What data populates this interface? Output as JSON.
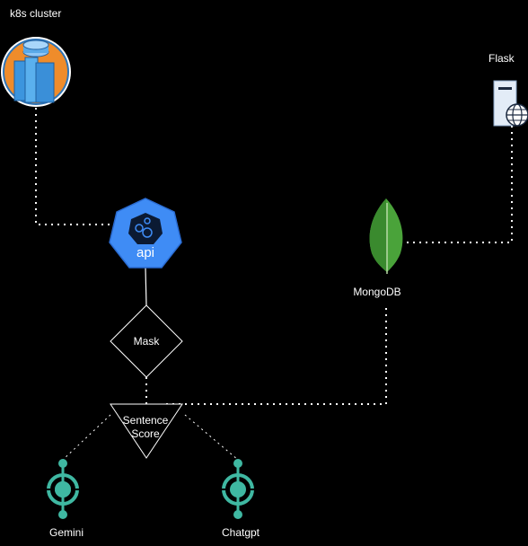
{
  "nodes": {
    "cluster": {
      "label": "k8s cluster",
      "icon": "k8s-cluster-icon"
    },
    "flask": {
      "label": "Flask",
      "icon": "web-server-icon"
    },
    "api": {
      "label": "api",
      "icon": "kubernetes-api-icon",
      "color": "#3f8cf5"
    },
    "mongodb": {
      "label": "MongoDB",
      "icon": "mongodb-leaf-icon",
      "color": "#4aa33a"
    },
    "mask": {
      "label": "Mask"
    },
    "sentence_score": {
      "label_line1": "Sentence",
      "label_line2": "Score"
    },
    "gemini": {
      "label": "Gemini",
      "icon": "llm-model-icon",
      "color": "#3fb8a2"
    },
    "chatgpt": {
      "label": "Chatgpt",
      "icon": "llm-model-icon",
      "color": "#3fb8a2"
    }
  },
  "edges": [
    {
      "from": "cluster",
      "to": "api",
      "style": "dotted"
    },
    {
      "from": "api",
      "to": "mask",
      "style": "solid"
    },
    {
      "from": "mask",
      "to": "sentence_score",
      "style": "dotted"
    },
    {
      "from": "mongodb",
      "to": "sentence_score",
      "style": "dotted"
    },
    {
      "from": "flask",
      "to": "mongodb",
      "style": "dotted"
    },
    {
      "from": "sentence_score",
      "to": "gemini",
      "style": "dotted"
    },
    {
      "from": "sentence_score",
      "to": "chatgpt",
      "style": "dotted"
    }
  ]
}
